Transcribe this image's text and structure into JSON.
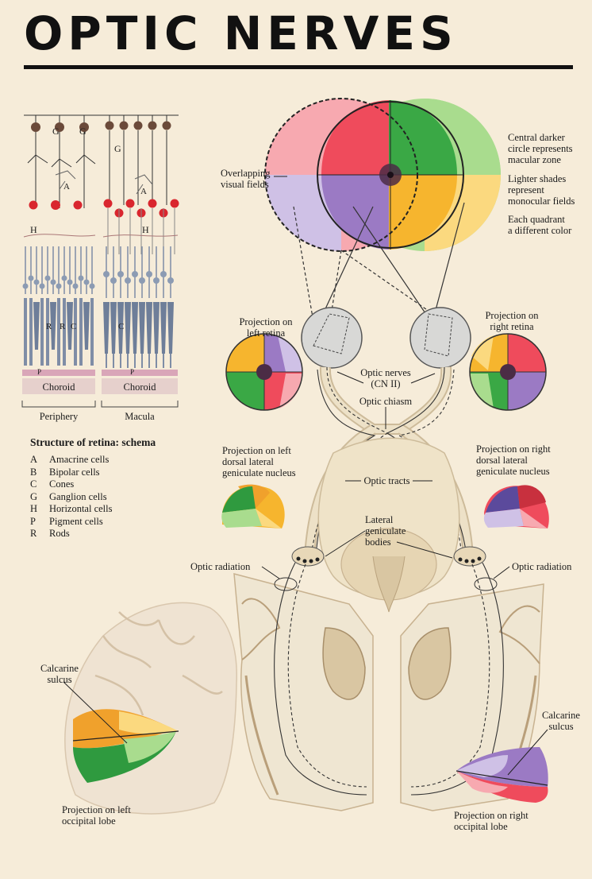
{
  "title": "OPTIC NERVES",
  "retina": {
    "cell_letters": {
      "g1": "G",
      "g2": "G",
      "g3": "G",
      "a1": "A",
      "a2": "A",
      "h1": "H",
      "h2": "H",
      "r1": "R",
      "r2": "R",
      "c1": "C",
      "c2": "C",
      "p1": "P",
      "p2": "P"
    },
    "layer_labels": [
      "Choroid",
      "Choroid"
    ],
    "region_labels": [
      "Periphery",
      "Macula"
    ]
  },
  "legend": {
    "title": "Structure of retina: schema",
    "items": [
      {
        "key": "A",
        "text": "Amacrine cells"
      },
      {
        "key": "B",
        "text": "Bipolar cells"
      },
      {
        "key": "C",
        "text": "Cones"
      },
      {
        "key": "G",
        "text": "Ganglion cells"
      },
      {
        "key": "H",
        "text": "Horizontal cells"
      },
      {
        "key": "P",
        "text": "Pigment cells"
      },
      {
        "key": "R",
        "text": "Rods"
      }
    ]
  },
  "labels": {
    "overlapping_fields": "Overlapping\nvisual fields",
    "notes": [
      "Central darker\ncircle represents\nmacular zone",
      "Lighter shades\nrepresent\nmonocular fields",
      "Each quadrant\na different color"
    ],
    "proj_left_retina": "Projection on\nleft retina",
    "proj_right_retina": "Projection on\nright retina",
    "optic_nerves": "Optic nerves\n(CN II)",
    "optic_chiasm": "Optic chiasm",
    "proj_left_lgn": "Projection on left\ndorsal lateral\ngeniculate nucleus",
    "proj_right_lgn": "Projection on right\ndorsal lateral\ngeniculate nucleus",
    "optic_tracts": "Optic tracts",
    "lateral_geniculate": "Lateral\ngeniculate\nbodies",
    "optic_radiation_left": "Optic radiation",
    "optic_radiation_right": "Optic radiation",
    "calcarine_left": "Calcarine\nsulcus",
    "calcarine_right": "Calcarine\nsulcus",
    "proj_left_occipital": "Projection on left\noccipital lobe",
    "proj_right_occipital": "Projection on right\noccipital lobe"
  },
  "colors": {
    "background": "#f6ecd9",
    "quad_upper_left": "#ef4b5c",
    "quad_upper_right": "#3aa845",
    "quad_lower_left": "#9b7ac4",
    "quad_lower_right": "#f6b52e",
    "light_red": "#f7a9b0",
    "light_green": "#a9dc8e",
    "light_purple": "#cfc1e6",
    "light_yellow": "#fbd97f",
    "center_dark": "#4b2c45",
    "ganglion": "#6b4a3a",
    "bipolar": "#d9262e",
    "photoreceptor": "#7f8da6",
    "brain_tan": "#e8d8b8"
  }
}
